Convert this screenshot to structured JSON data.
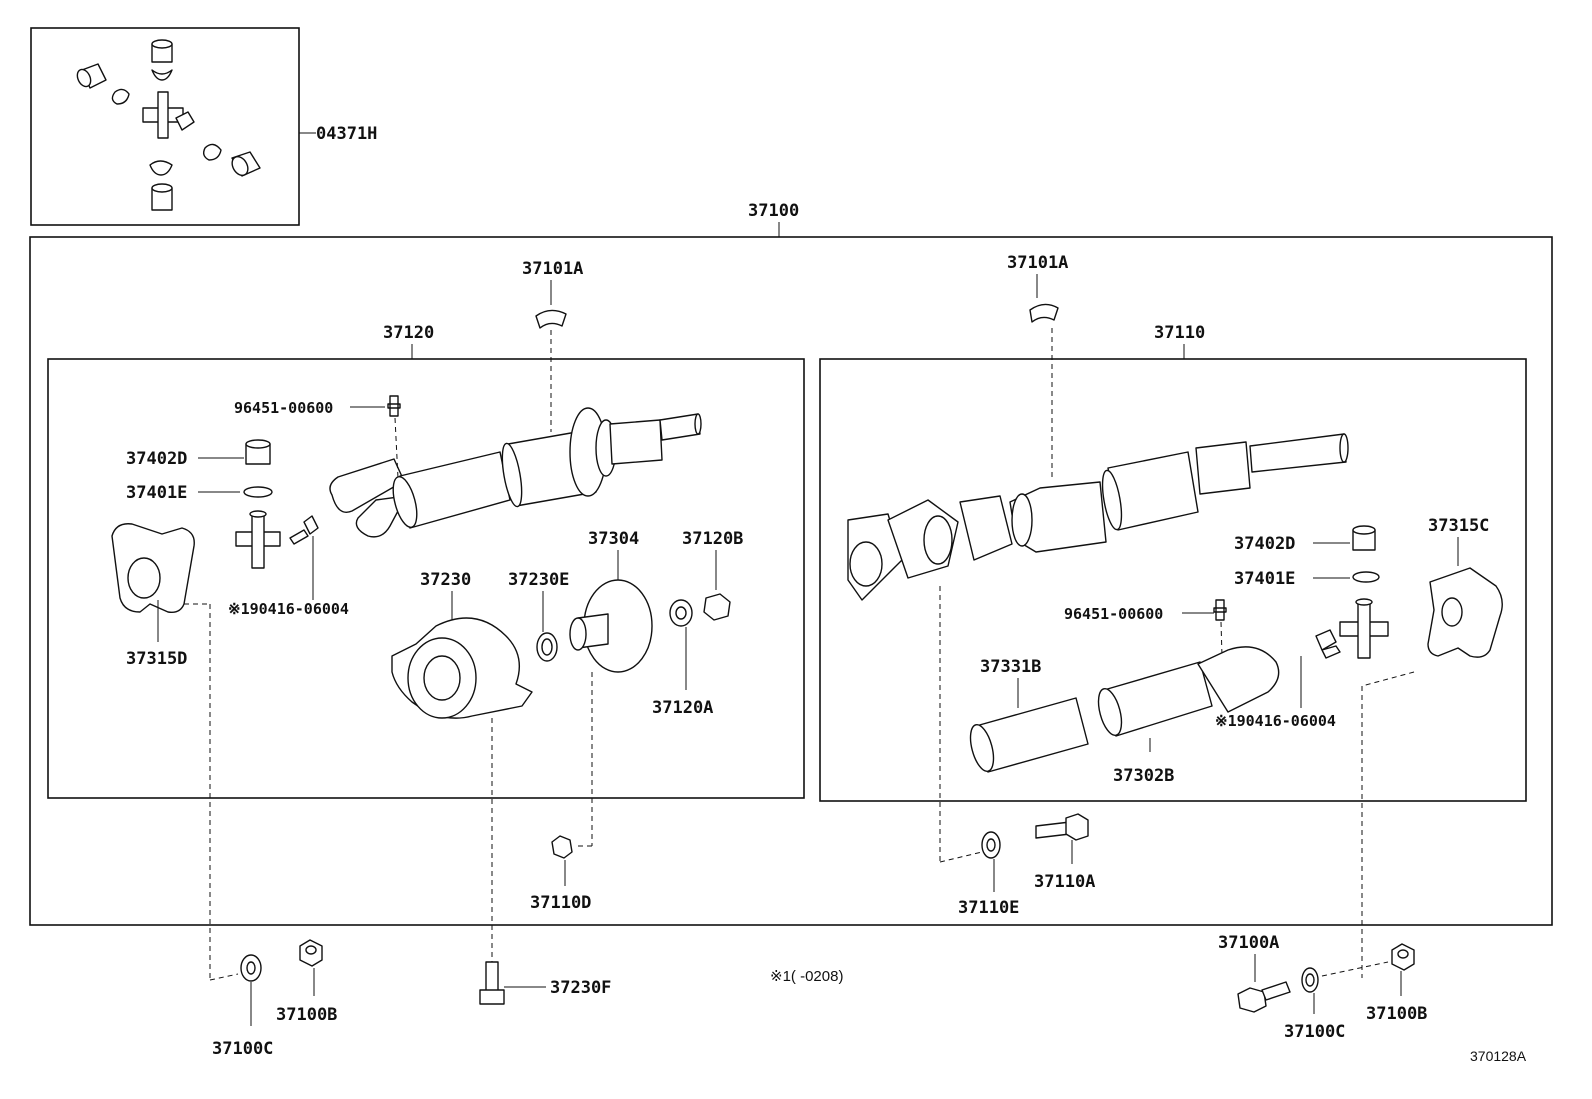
{
  "labels": {
    "ujoint_kit": "04371H",
    "assembly": "37100",
    "rear_shaft": "37120",
    "front_shaft": "37110",
    "balance_left": "37101A",
    "balance_right": "37101A",
    "grease_nipple_left": "96451-00600",
    "grease_nipple_right": "96451-00600",
    "bearing_cup_left": "37402D",
    "snap_ring_left": "37401E",
    "bearing_cup_right": "37402D",
    "snap_ring_right": "37401E",
    "grease_fitting_left": "※190416-06004",
    "grease_fitting_right": "※190416-06004",
    "yoke_left": "37315D",
    "yoke_right": "37315C",
    "center_bearing": "37230",
    "bearing_washer": "37230E",
    "flange": "37304",
    "flange_nut": "37120B",
    "flange_washer": "37120A",
    "nut_center": "37110D",
    "dust_cover": "37331B",
    "sleeve_yoke": "37302B",
    "washer_front": "37110E",
    "bolt_front": "37110A",
    "washer_left": "37100C",
    "nut_left": "37100B",
    "bolt_bearing": "37230F",
    "bolt_right": "37100A",
    "washer_right": "37100C",
    "nut_right": "37100B"
  },
  "note": "※1(      -0208)",
  "reference_code": "370128A",
  "icons": {
    "ujoint_kit": "universal-joint-icon",
    "propeller_shaft": "propeller-shaft-icon",
    "center_bearing": "center-bearing-icon",
    "flange": "flange-icon",
    "bolt": "bolt-icon",
    "nut": "nut-icon",
    "washer": "washer-icon"
  }
}
